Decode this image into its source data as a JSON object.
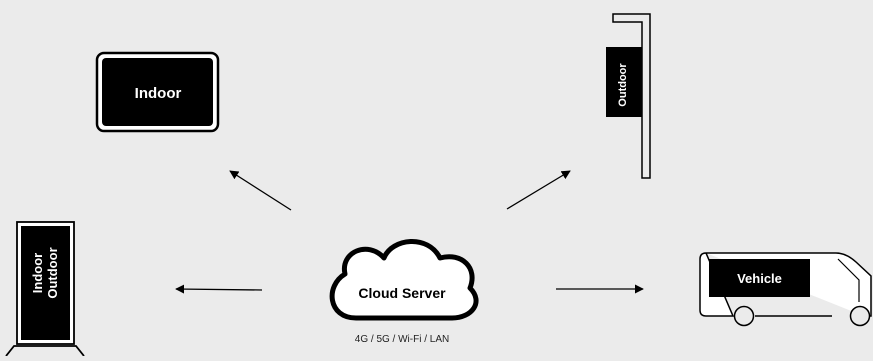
{
  "devices": {
    "indoor": "Indoor",
    "outdoor": "Outdoor",
    "vehicle": "Vehicle",
    "kiosk_line1": "Indoor",
    "kiosk_line2": "Outdoor"
  },
  "hub": {
    "label": "Cloud Server",
    "connectivity": "4G / 5G / Wi-Fi / LAN"
  },
  "colors": {
    "background": "#ebebeb",
    "device_fill": "#000000",
    "outline": "#000000"
  }
}
